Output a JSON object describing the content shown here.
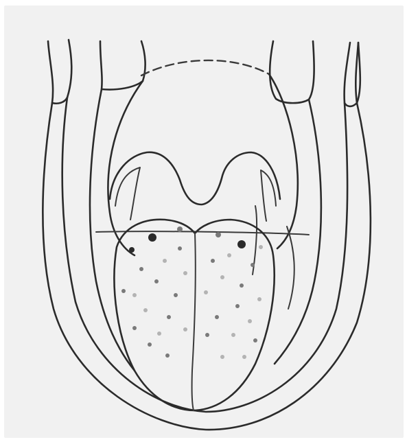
{
  "figure": {
    "subject": "tongue-and-oral-cavity-line-drawing",
    "colors": {
      "background": "#f1f1f1",
      "ink": "#2b2b2b",
      "dot_dark": "#2a2a2a",
      "dot_mid": "#7a7a7a",
      "dot_light": "#b3b3b3"
    },
    "dots": [
      {
        "id": "d1",
        "tone": "dark"
      },
      {
        "id": "d2",
        "tone": "dark"
      },
      {
        "id": "d3",
        "tone": "mid"
      },
      {
        "id": "d4",
        "tone": "dark"
      },
      {
        "id": "d5",
        "tone": "mid"
      },
      {
        "id": "d6",
        "tone": "mid"
      },
      {
        "id": "d7",
        "tone": "light"
      },
      {
        "id": "d8",
        "tone": "mid"
      },
      {
        "id": "d9",
        "tone": "light"
      },
      {
        "id": "d10",
        "tone": "mid"
      },
      {
        "id": "d11",
        "tone": "light"
      },
      {
        "id": "d12",
        "tone": "mid"
      },
      {
        "id": "d13",
        "tone": "light"
      },
      {
        "id": "d14",
        "tone": "mid"
      },
      {
        "id": "d15",
        "tone": "light"
      },
      {
        "id": "d16",
        "tone": "mid"
      },
      {
        "id": "d17",
        "tone": "light"
      },
      {
        "id": "d18",
        "tone": "mid"
      },
      {
        "id": "d19",
        "tone": "light"
      },
      {
        "id": "d20",
        "tone": "mid"
      },
      {
        "id": "d21",
        "tone": "light"
      },
      {
        "id": "d22",
        "tone": "mid"
      },
      {
        "id": "d23",
        "tone": "light"
      },
      {
        "id": "d24",
        "tone": "mid"
      },
      {
        "id": "d25",
        "tone": "light"
      },
      {
        "id": "d26",
        "tone": "mid"
      },
      {
        "id": "d27",
        "tone": "light"
      },
      {
        "id": "d28",
        "tone": "mid"
      },
      {
        "id": "d29",
        "tone": "light"
      },
      {
        "id": "d30",
        "tone": "mid"
      },
      {
        "id": "d31",
        "tone": "mid"
      },
      {
        "id": "d32",
        "tone": "light"
      },
      {
        "id": "d33",
        "tone": "light"
      },
      {
        "id": "d34",
        "tone": "mid"
      },
      {
        "id": "d35",
        "tone": "light"
      },
      {
        "id": "d36",
        "tone": "mid"
      }
    ]
  }
}
